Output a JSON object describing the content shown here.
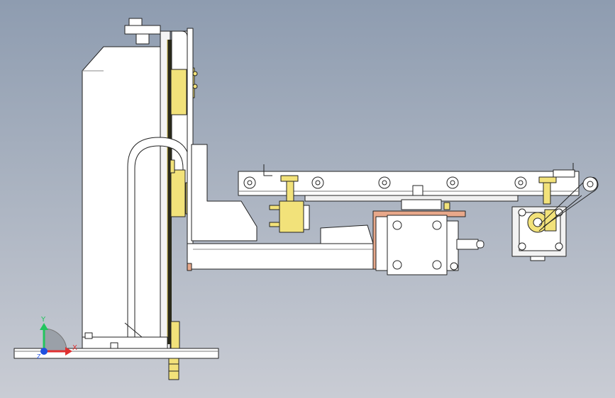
{
  "viewport": {
    "background_top": "#8e9cb0",
    "background_bottom": "#c9ccd4"
  },
  "triad": {
    "y_label": "Y",
    "x_label": "X",
    "z_label": "Z",
    "y_color": "#22c55e",
    "x_color": "#e03030",
    "z_color": "#2050e0"
  },
  "colors": {
    "part_fill": "#ffffff",
    "part_stroke": "#222222",
    "highlight_yellow": "#f2e27a",
    "highlight_orange": "#e8a88a",
    "dark_strip": "#2a2a1a"
  }
}
